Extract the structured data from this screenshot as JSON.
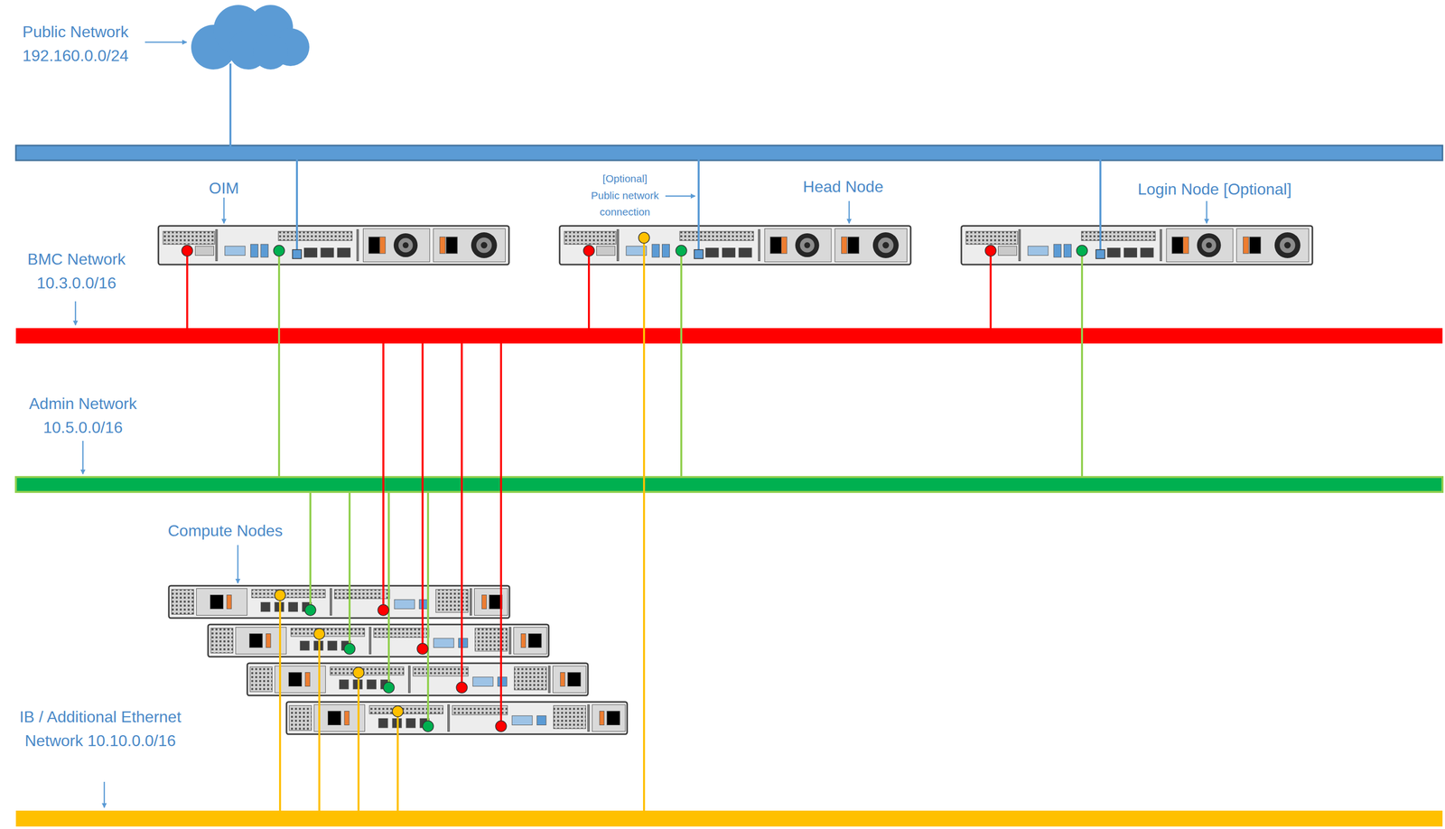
{
  "diagram": {
    "nodes": [
      {
        "text": [
          "Public Network 192.160.0.0/24"
        ]
      },
      {
        "text": [
          "OIM"
        ]
      },
      {
        "text": [
          "Head Node"
        ]
      },
      {
        "text": [
          "Login Node [Optional]"
        ]
      },
      {
        "text": [
          "BMC Network 10.3.0.0/16"
        ]
      },
      {
        "text": [
          "Admin Network 10.5.0.0/16"
        ]
      },
      {
        "text": [
          "Compute Nodes"
        ]
      },
      {
        "text": [
          "IB / Additional Ethernet Network 10.10.0.0/16"
        ]
      }
    ],
    "edges": [
      {
        "from": 1,
        "to": 0,
        "arrow": "none"
      },
      {
        "from": 2,
        "to": 0,
        "arrow": "none"
      },
      {
        "from": 3,
        "to": 0,
        "arrow": "none"
      },
      {
        "from": 1,
        "to": 4,
        "arrow": "none"
      },
      {
        "from": 2,
        "to": 4,
        "arrow": "none"
      },
      {
        "from": 3,
        "to": 4,
        "arrow": "none"
      },
      {
        "from": 6,
        "to": 4,
        "arrow": "none"
      },
      {
        "from": 1,
        "to": 5,
        "arrow": "none"
      },
      {
        "from": 2,
        "to": 5,
        "arrow": "none"
      },
      {
        "from": 3,
        "to": 5,
        "arrow": "none"
      },
      {
        "from": 6,
        "to": 5,
        "arrow": "none"
      },
      {
        "from": 2,
        "to": 7,
        "arrow": "none"
      },
      {
        "from": 6,
        "to": 7,
        "arrow": "none"
      }
    ],
    "labels": [
      "[Optional] Public network connection"
    ]
  }
}
